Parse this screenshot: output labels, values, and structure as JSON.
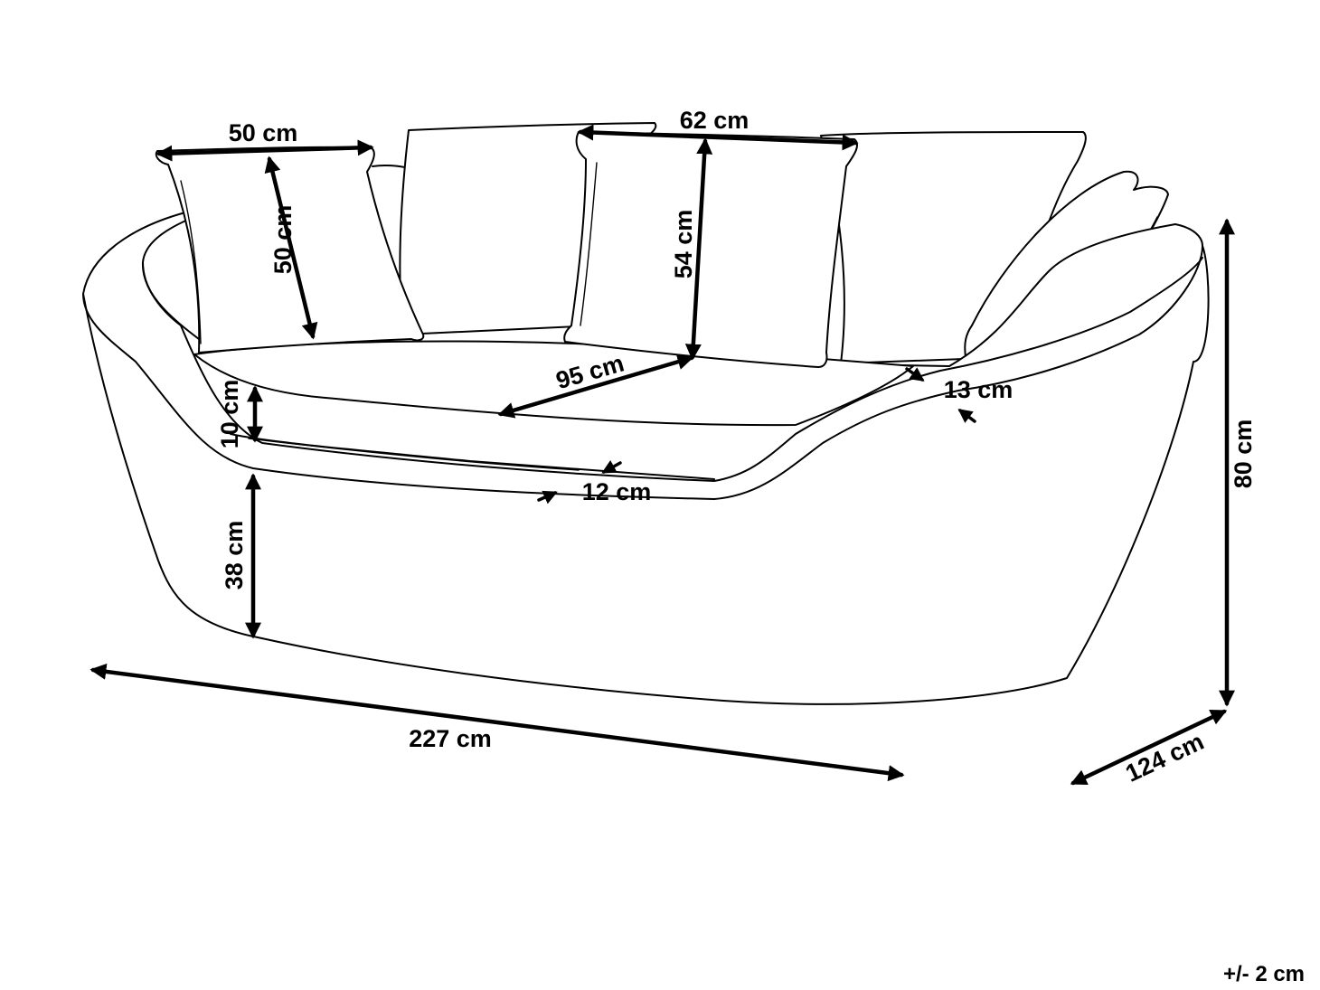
{
  "dimensions": {
    "pillow_left_width": "50 cm",
    "pillow_left_height": "50 cm",
    "pillow_center_width": "62 cm",
    "pillow_center_height": "54 cm",
    "seat_depth": "95 cm",
    "seat_cushion_thickness": "10 cm",
    "armrest_thickness": "13 cm",
    "seat_edge_thickness": "12 cm",
    "seat_height": "38 cm",
    "total_width": "227 cm",
    "total_height": "80 cm",
    "total_depth": "124 cm"
  },
  "tolerance": "+/- 2 cm"
}
